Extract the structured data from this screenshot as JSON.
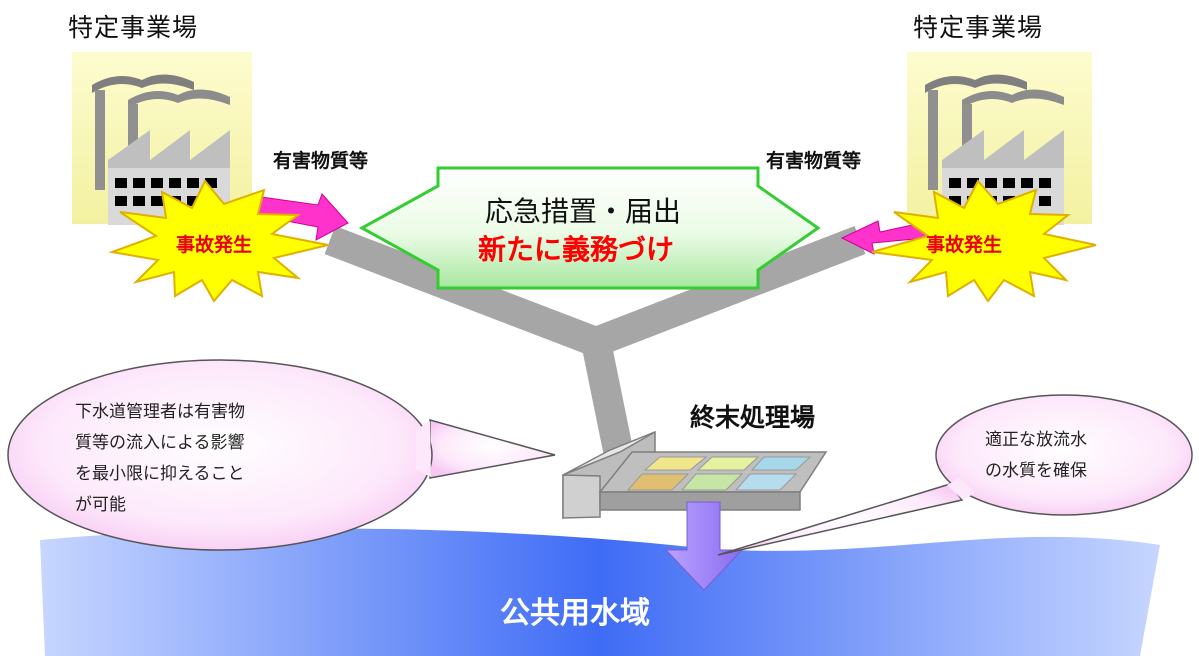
{
  "factories": {
    "left_title": "特定事業場",
    "right_title": "特定事業場"
  },
  "substance": {
    "left": "有害物質等",
    "right": "有害物質等"
  },
  "accident": {
    "left": "事故発生",
    "right": "事故発生"
  },
  "center_box": {
    "line1": "応急措置・届出",
    "line2": "新たに義務づけ"
  },
  "treatment_plant": {
    "title": "終末処理場"
  },
  "left_callout": {
    "lines": [
      "下水道管理者は有害物",
      "質等の流入による影響",
      "を最小限に抑えること",
      "が可能"
    ]
  },
  "right_callout": {
    "lines": [
      "適正な放流水",
      "の水質を確保"
    ]
  },
  "water": {
    "label": "公共用水域"
  },
  "colors": {
    "pipe": "#a6a6a6",
    "arrow_magenta": "#ff33cc",
    "burst_yellow": "#ffff00",
    "box_green": "#33cc33",
    "water_blue": "#3366ff"
  }
}
